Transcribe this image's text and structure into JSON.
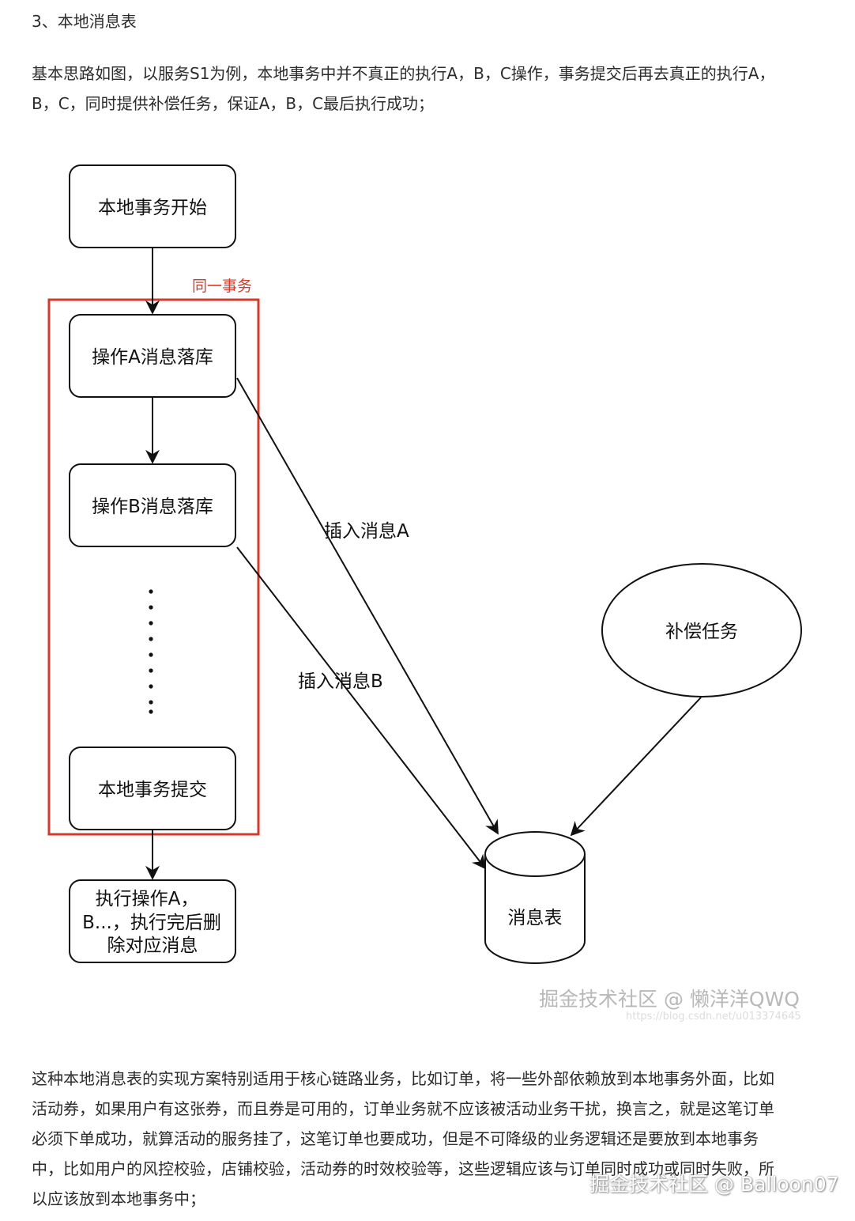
{
  "article": {
    "heading": "3、本地消息表",
    "intro_lines": [
      "基本思路如图，以服务S1为例，本地事务中并不真正的执行A，B，C操作，事务提交后再去真正的执行A，",
      "B，C，同时提供补偿任务，保证A，B，C最后执行成功；"
    ],
    "outro_lines": [
      "这种本地消息表的实现方案特别适用于核心链路业务，比如订单，将一些外部依赖放到本地事务外面，比如",
      "活动券，如果用户有这张券，而且券是可用的，订单业务就不应该被活动业务干扰，换言之，就是这笔订单",
      "必须下单成功，就算活动的服务挂了，这笔订单也要成功，但是不可降级的业务逻辑还是要放到本地事务",
      "中，比如用户的风控校验，店铺校验，活动券的时效校验等，这些逻辑应该与订单同时成功或同时失败，所",
      "以应该放到本地事务中；"
    ]
  },
  "diagram": {
    "group_label": "同一事务",
    "nodes": {
      "start": "本地事务开始",
      "op_a": "操作A消息落库",
      "op_b": "操作B消息落库",
      "commit": "本地事务提交",
      "execute_lines": [
        "执行操作A，",
        "B...，执行完后删",
        "除对应消息"
      ],
      "compensation": "补偿任务",
      "message_table": "消息表"
    },
    "edges": {
      "insert_a": "插入消息A",
      "insert_b": "插入消息B"
    },
    "colors": {
      "group_border": "#d23b2b",
      "stroke": "#111111"
    }
  },
  "watermarks": {
    "image": "掘金技术社区 @ 懒洋洋QWQ",
    "image_url": "https://blog.csdn.net/u013374645",
    "page": "掘金技术社区 @ Balloon07"
  }
}
